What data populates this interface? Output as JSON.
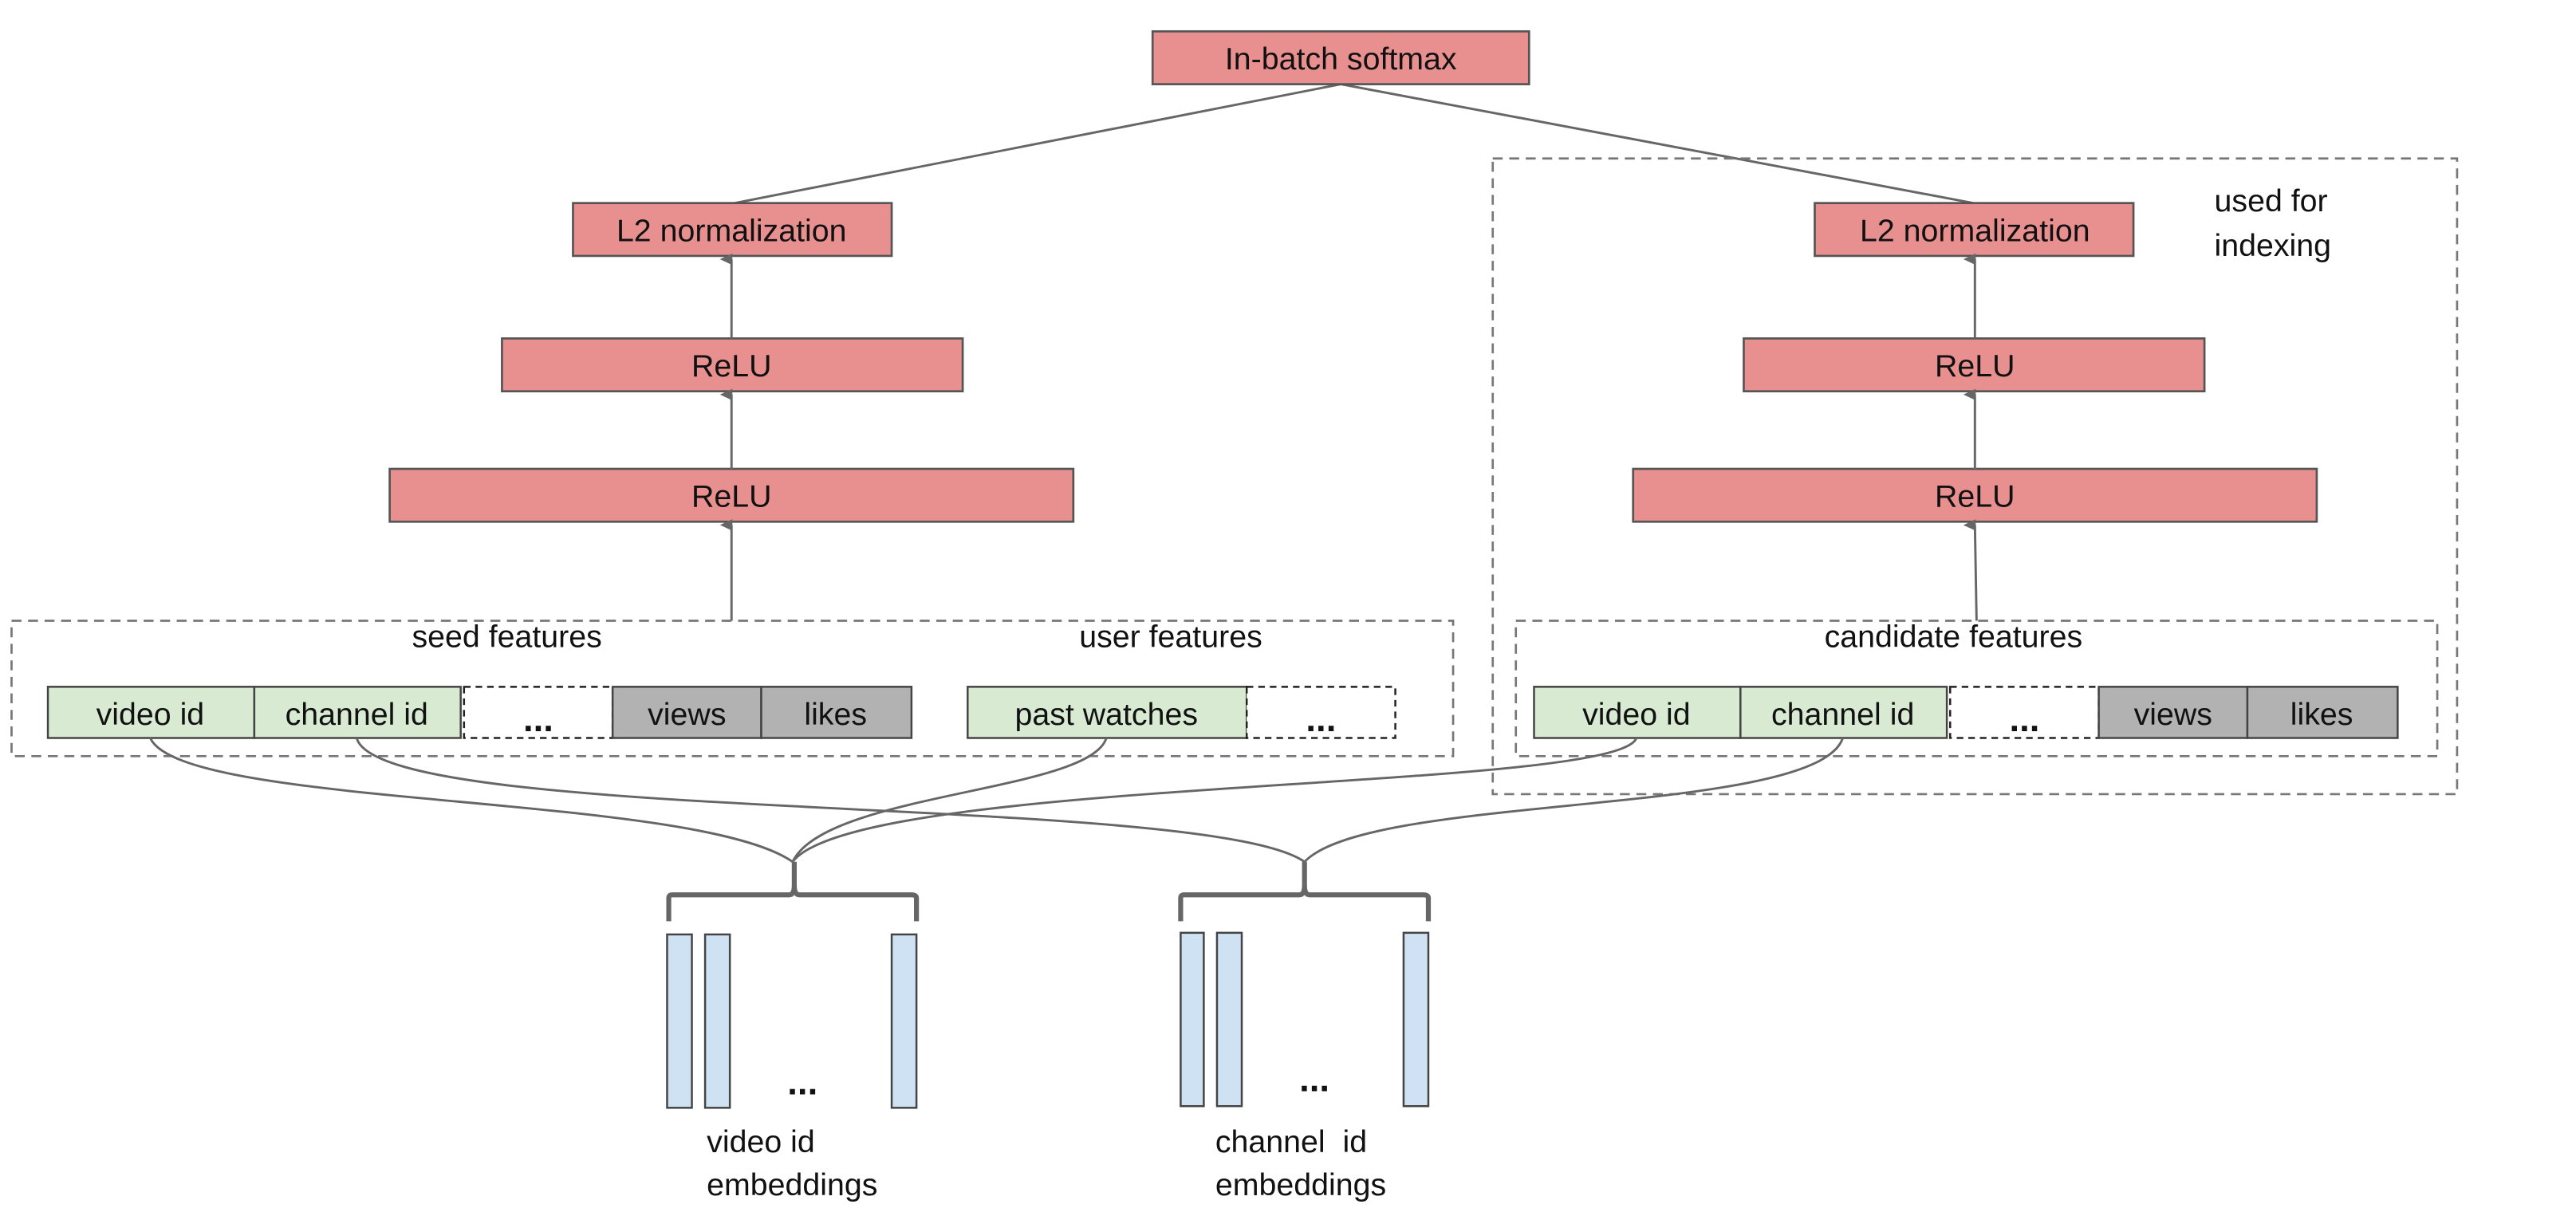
{
  "softmax": "In-batch softmax",
  "towers": {
    "left": {
      "l2": "L2 normalization",
      "relu_top": "ReLU",
      "relu_bottom": "ReLU"
    },
    "right": {
      "l2": "L2 normalization",
      "relu_top": "ReLU",
      "relu_bottom": "ReLU"
    }
  },
  "indexing_label": [
    "used for",
    "indexing"
  ],
  "groups": {
    "seed": "seed features",
    "user": "user features",
    "candidate": "candidate features"
  },
  "seed_features": [
    "video id",
    "channel id",
    "...",
    "views",
    "likes"
  ],
  "user_features": [
    "past watches",
    "..."
  ],
  "candidate_features": [
    "video id",
    "channel id",
    "...",
    "views",
    "likes"
  ],
  "embeddings": {
    "video": {
      "dots": "...",
      "label": [
        "video id",
        "embeddings"
      ]
    },
    "channel": {
      "dots": "...",
      "label": [
        "channel  id",
        "embeddings"
      ]
    }
  },
  "colors": {
    "layer": "#e88f8f",
    "id_feature": "#d9ead3",
    "numeric_feature": "#b2b2b2",
    "embedding": "#cfe2f3"
  }
}
